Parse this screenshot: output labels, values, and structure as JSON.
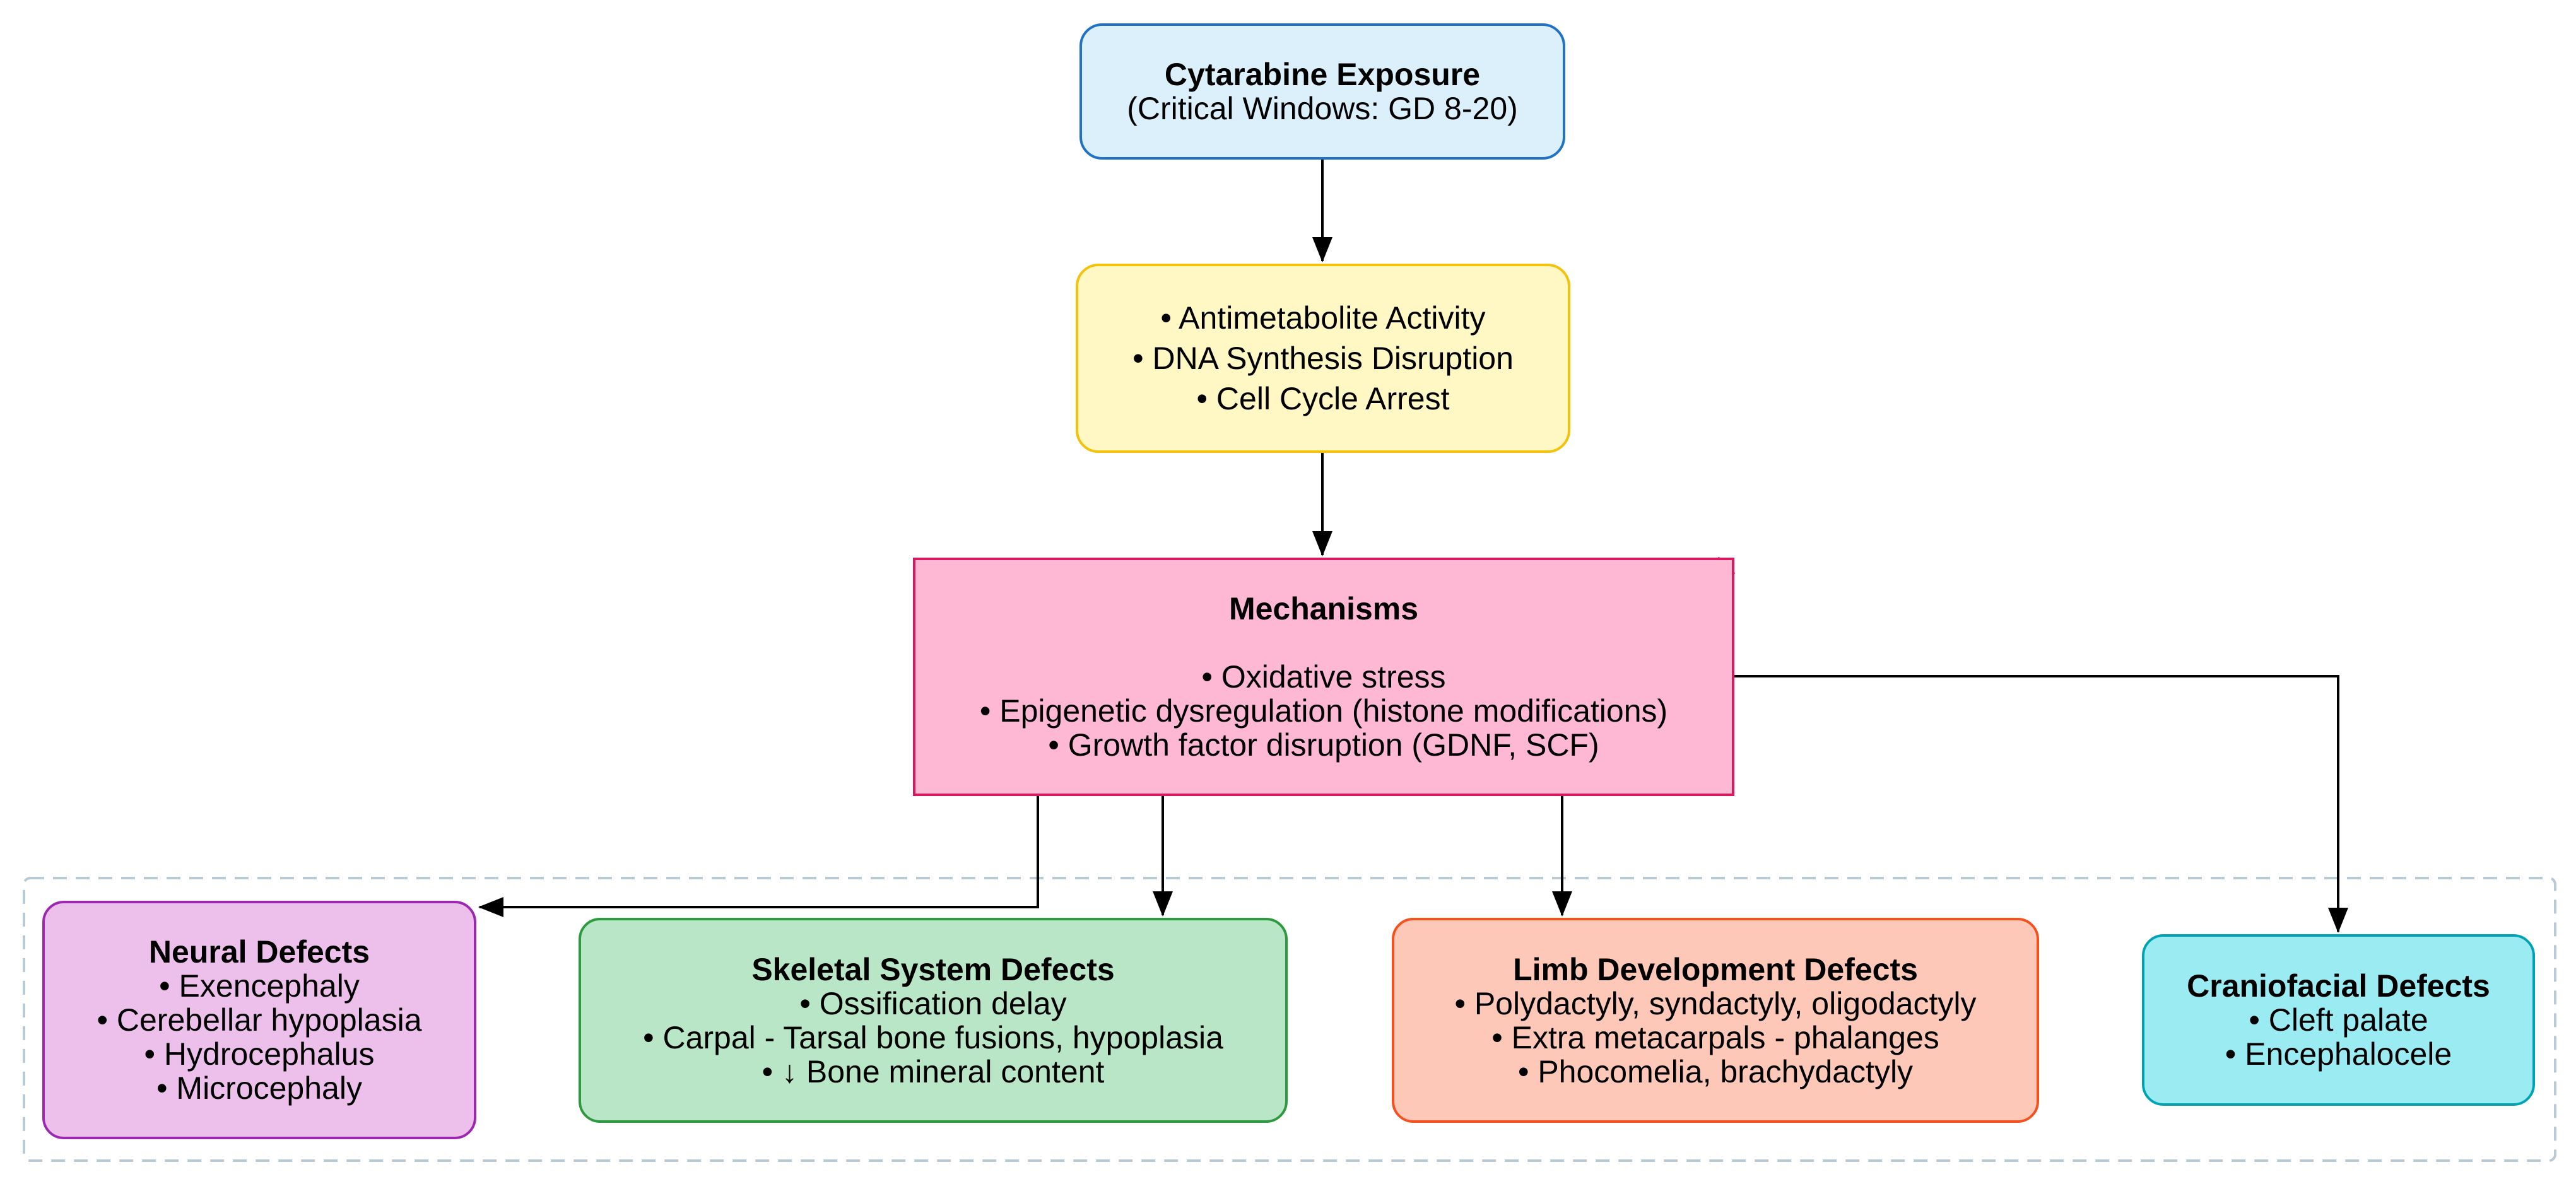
{
  "colors": {
    "exposure": "#dcf0fb",
    "effects": "#fff8c4",
    "mechanisms": "#feb8d3",
    "neural": "#ecc0ea",
    "skeletal": "#b9e6c6",
    "limb": "#fdc8b8",
    "craniofacial": "#9aebf2",
    "group_border": "#b7cad6",
    "arrow": "#000000"
  },
  "exposure": {
    "title": "Cytarabine Exposure",
    "subtitle": "(Critical Windows: GD 8-20)"
  },
  "effects": {
    "items": [
      "• Antimetabolite Activity",
      "• DNA Synthesis Disruption",
      "• Cell Cycle Arrest"
    ]
  },
  "mechanisms": {
    "title": "Mechanisms",
    "items": [
      "• Oxidative stress",
      "• Epigenetic dysregulation (histone modifications)",
      "• Growth factor disruption (GDNF, SCF)"
    ]
  },
  "defects": {
    "neural": {
      "title": "Neural Defects",
      "items": [
        "• Exencephaly",
        "• Cerebellar hypoplasia",
        "• Hydrocephalus",
        "• Microcephaly"
      ]
    },
    "skeletal": {
      "title": "Skeletal System Defects",
      "items": [
        "• Ossification delay",
        "• Carpal - Tarsal bone fusions, hypoplasia",
        "• ↓ Bone mineral content"
      ]
    },
    "limb": {
      "title": "Limb Development Defects",
      "items": [
        "• Polydactyly, syndactyly, oligodactyly",
        "• Extra metacarpals - phalanges",
        "• Phocomelia, brachydactyly"
      ]
    },
    "craniofacial": {
      "title": "Craniofacial Defects",
      "items": [
        "• Cleft palate",
        "• Encephalocele"
      ]
    }
  }
}
